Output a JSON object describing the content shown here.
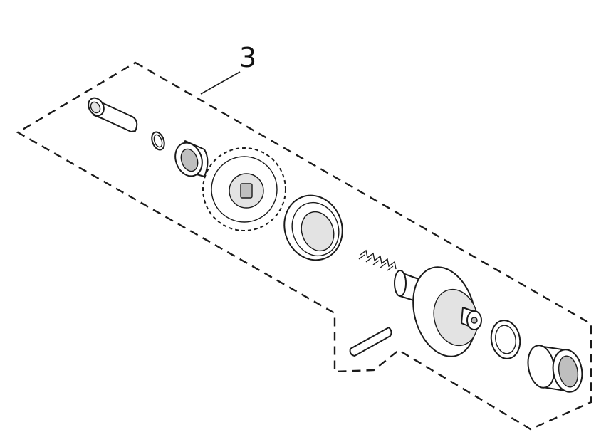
{
  "figure": {
    "type": "exploded-parts-view",
    "callouts": [
      {
        "label": "3"
      }
    ],
    "parts": [
      "pin",
      "retaining-ring",
      "bushing",
      "spur-gear",
      "bearing",
      "compression-spring",
      "bevel-gear-shaft",
      "key",
      "washer",
      "sleeve-bearing"
    ]
  }
}
